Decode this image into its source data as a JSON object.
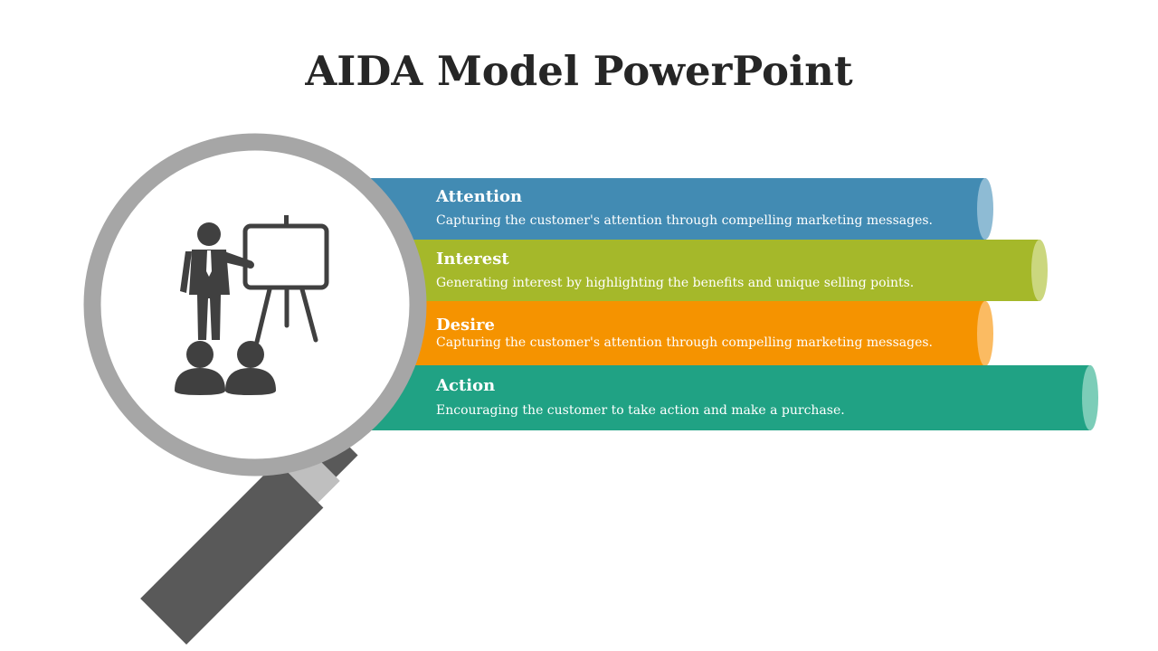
{
  "slide": {
    "title": "AIDA Model PowerPoint"
  },
  "colors": {
    "attention": "#428bb3",
    "attention_cap": "#8ebbd4",
    "interest": "#a5b82a",
    "interest_cap": "#cbd77e",
    "desire": "#f59300",
    "desire_cap": "#fbbb62",
    "action": "#20a284",
    "action_cap": "#7ccdb8",
    "lens_ring": "#a6a6a6",
    "handle_dark": "#595959",
    "handle_light": "#bfbfbf",
    "icon": "#404040"
  },
  "stages": [
    {
      "heading": "Attention",
      "description": "Capturing the customer's attention through compelling marketing messages."
    },
    {
      "heading": "Interest",
      "description": "Generating interest by highlighting the benefits and unique selling points."
    },
    {
      "heading": "Desire",
      "description": "Capturing the customer's attention through compelling marketing messages."
    },
    {
      "heading": "Action",
      "description": "Encouraging the customer  to take action and make a purchase."
    }
  ],
  "icons": {
    "magnifier": "magnifying-glass-icon",
    "presenter": "presenter-with-board-icon"
  }
}
